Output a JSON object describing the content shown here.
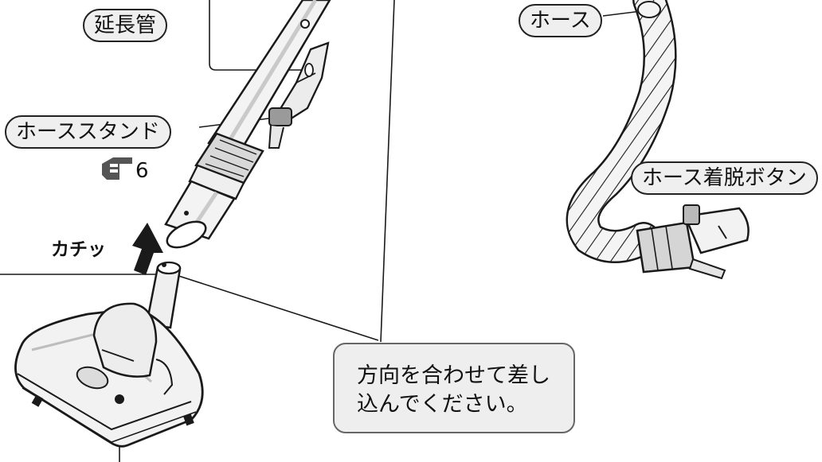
{
  "labels": {
    "extension_pipe": "延長管",
    "hose": "ホース",
    "hose_stand": "ホーススタンド",
    "ref_number": "6",
    "release_button": "ホース着脱ボタン",
    "click_sound": "カチッ"
  },
  "note": {
    "line1": "方向を合わせて差し",
    "line2": "込んでください。"
  },
  "icons": {
    "pointing_hand": "pointing-hand-icon",
    "arrow": "up-arrow-icon"
  },
  "colors": {
    "outline": "#1a1a1a",
    "label_fill": "#efefef",
    "part_fill": "#f2f2f2",
    "shade": "#cfcfcf"
  }
}
